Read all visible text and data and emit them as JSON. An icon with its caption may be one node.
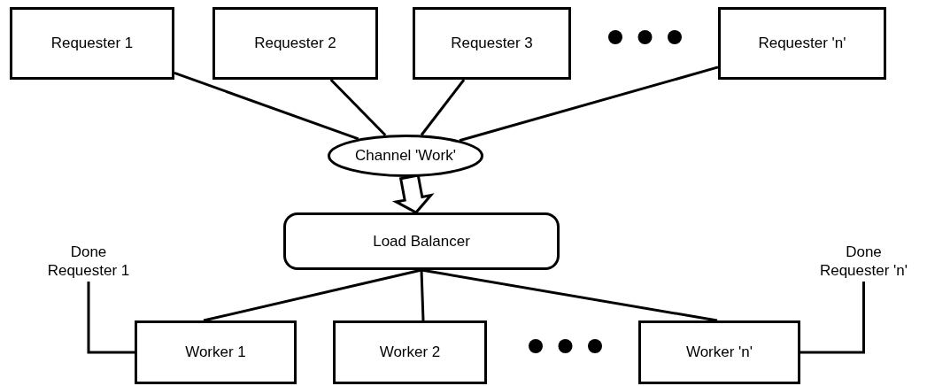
{
  "diagram": {
    "nodes": [
      {
        "text": [
          "Requester 1"
        ]
      },
      {
        "text": [
          "Requester 2"
        ]
      },
      {
        "text": [
          "Requester 3"
        ]
      },
      {
        "text": [
          "Requester 'n'"
        ]
      },
      {
        "text": [
          "Channel 'Work'"
        ]
      },
      {
        "text": [
          "Load Balancer"
        ]
      },
      {
        "text": [
          "Worker 1"
        ]
      },
      {
        "text": [
          "Worker 2"
        ]
      },
      {
        "text": [
          "Worker 'n'"
        ]
      },
      {
        "text": [
          "Done Requester 1"
        ]
      },
      {
        "text": [
          "Done Requester 'n'"
        ]
      }
    ],
    "edges": [
      {
        "from": 0,
        "to": 4,
        "arrow": "none"
      },
      {
        "from": 1,
        "to": 4,
        "arrow": "none"
      },
      {
        "from": 2,
        "to": 4,
        "arrow": "none"
      },
      {
        "from": 3,
        "to": 4,
        "arrow": "none"
      },
      {
        "from": 4,
        "to": 5,
        "arrow": "to",
        "style": "thick"
      },
      {
        "from": 5,
        "to": 6,
        "arrow": "none"
      },
      {
        "from": 5,
        "to": 7,
        "arrow": "none"
      },
      {
        "from": 5,
        "to": 8,
        "arrow": "none"
      },
      {
        "from": 6,
        "to": 9,
        "arrow": "none"
      },
      {
        "from": 8,
        "to": 10,
        "arrow": "none"
      }
    ]
  }
}
